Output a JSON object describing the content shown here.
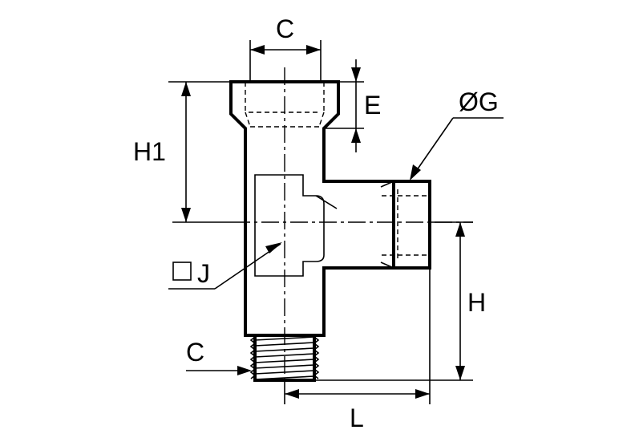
{
  "labels": {
    "c_top": "C",
    "e": "E",
    "og": "ØG",
    "h1": "H1",
    "j": "J",
    "h": "H",
    "c_bottom": "C",
    "l": "L"
  }
}
